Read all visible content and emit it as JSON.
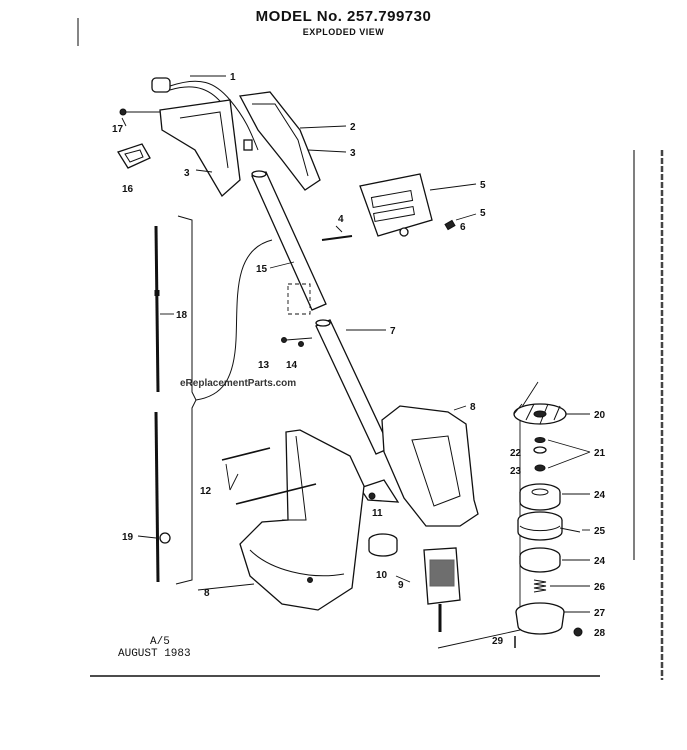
{
  "header": {
    "title": "MODEL No. 257.799730",
    "subtitle": "EXPLODED VIEW"
  },
  "watermark": "eReplacementParts.com",
  "callouts": {
    "c1": "1",
    "c2": "2",
    "c3a": "3",
    "c3b": "3",
    "c4": "4",
    "c5a": "5",
    "c5b": "5",
    "c6": "6",
    "c7": "7",
    "c8a": "8",
    "c8b": "8",
    "c9": "9",
    "c10": "10",
    "c11": "11",
    "c12": "12",
    "c13": "13",
    "c14": "14",
    "c15": "15",
    "c16": "16",
    "c17": "17",
    "c18": "18",
    "c19": "19",
    "c20": "20",
    "c21": "21",
    "c22": "22",
    "c23": "23",
    "c24a": "24",
    "c24b": "24",
    "c25": "25",
    "c26": "26",
    "c27": "27",
    "c28": "28",
    "c29": "29"
  },
  "footer": {
    "page": "A/5",
    "date": "AUGUST 1983"
  }
}
